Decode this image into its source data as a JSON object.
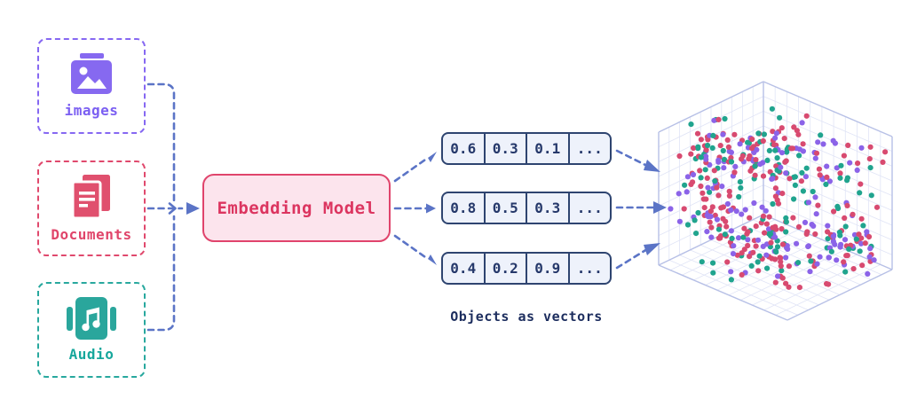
{
  "inputs": [
    {
      "label": "images",
      "color": "#7b5ff2",
      "icon": "image-icon"
    },
    {
      "label": "Documents",
      "color": "#e0456a",
      "icon": "documents-icon"
    },
    {
      "label": "Audio",
      "color": "#17a79c",
      "icon": "audio-icon"
    }
  ],
  "model": {
    "label": "Embedding Model",
    "border_color": "#e0446c",
    "fill_color": "#fce4ed",
    "text_color": "#dc3560"
  },
  "vectors": {
    "rows": [
      {
        "cells": [
          "0.6",
          "0.3",
          "0.1",
          "..."
        ]
      },
      {
        "cells": [
          "0.8",
          "0.5",
          "0.3",
          "..."
        ]
      },
      {
        "cells": [
          "0.4",
          "0.2",
          "0.9",
          "..."
        ]
      }
    ],
    "border_color": "#2e4470",
    "fill_color": "#eef2fb",
    "caption": "Objects as vectors"
  },
  "arrows": {
    "color": "#5b74c6",
    "style": "dashed"
  },
  "plot": {
    "edge_color": "#b7c0e6",
    "grid_color": "#e0e4f6",
    "divisions": {
      "l": 10,
      "r": 11,
      "h": 9
    },
    "seed": 11,
    "dot_radius": 3.1,
    "dot_colors": [
      {
        "hex": "#d84a70",
        "weight": 0.42
      },
      {
        "hex": "#8b63e8",
        "weight": 0.3
      },
      {
        "hex": "#20a48e",
        "weight": 0.28
      }
    ],
    "clusters": [
      {
        "u": 0.55,
        "v": 0.12,
        "w": 0.28,
        "spread": 0.11,
        "count": 60
      },
      {
        "u": 0.3,
        "v": 0.33,
        "w": 0.27,
        "spread": 0.11,
        "count": 60
      },
      {
        "u": 0.7,
        "v": 0.12,
        "w": 0.6,
        "spread": 0.12,
        "count": 55
      },
      {
        "u": 0.6,
        "v": 0.5,
        "w": 0.82,
        "spread": 0.12,
        "count": 75
      },
      {
        "u": 0.25,
        "v": 0.85,
        "w": 0.8,
        "spread": 0.11,
        "count": 55
      },
      {
        "u": 0.15,
        "v": 0.8,
        "w": 0.35,
        "spread": 0.16,
        "count": 30
      }
    ],
    "uniform_count": 120
  }
}
